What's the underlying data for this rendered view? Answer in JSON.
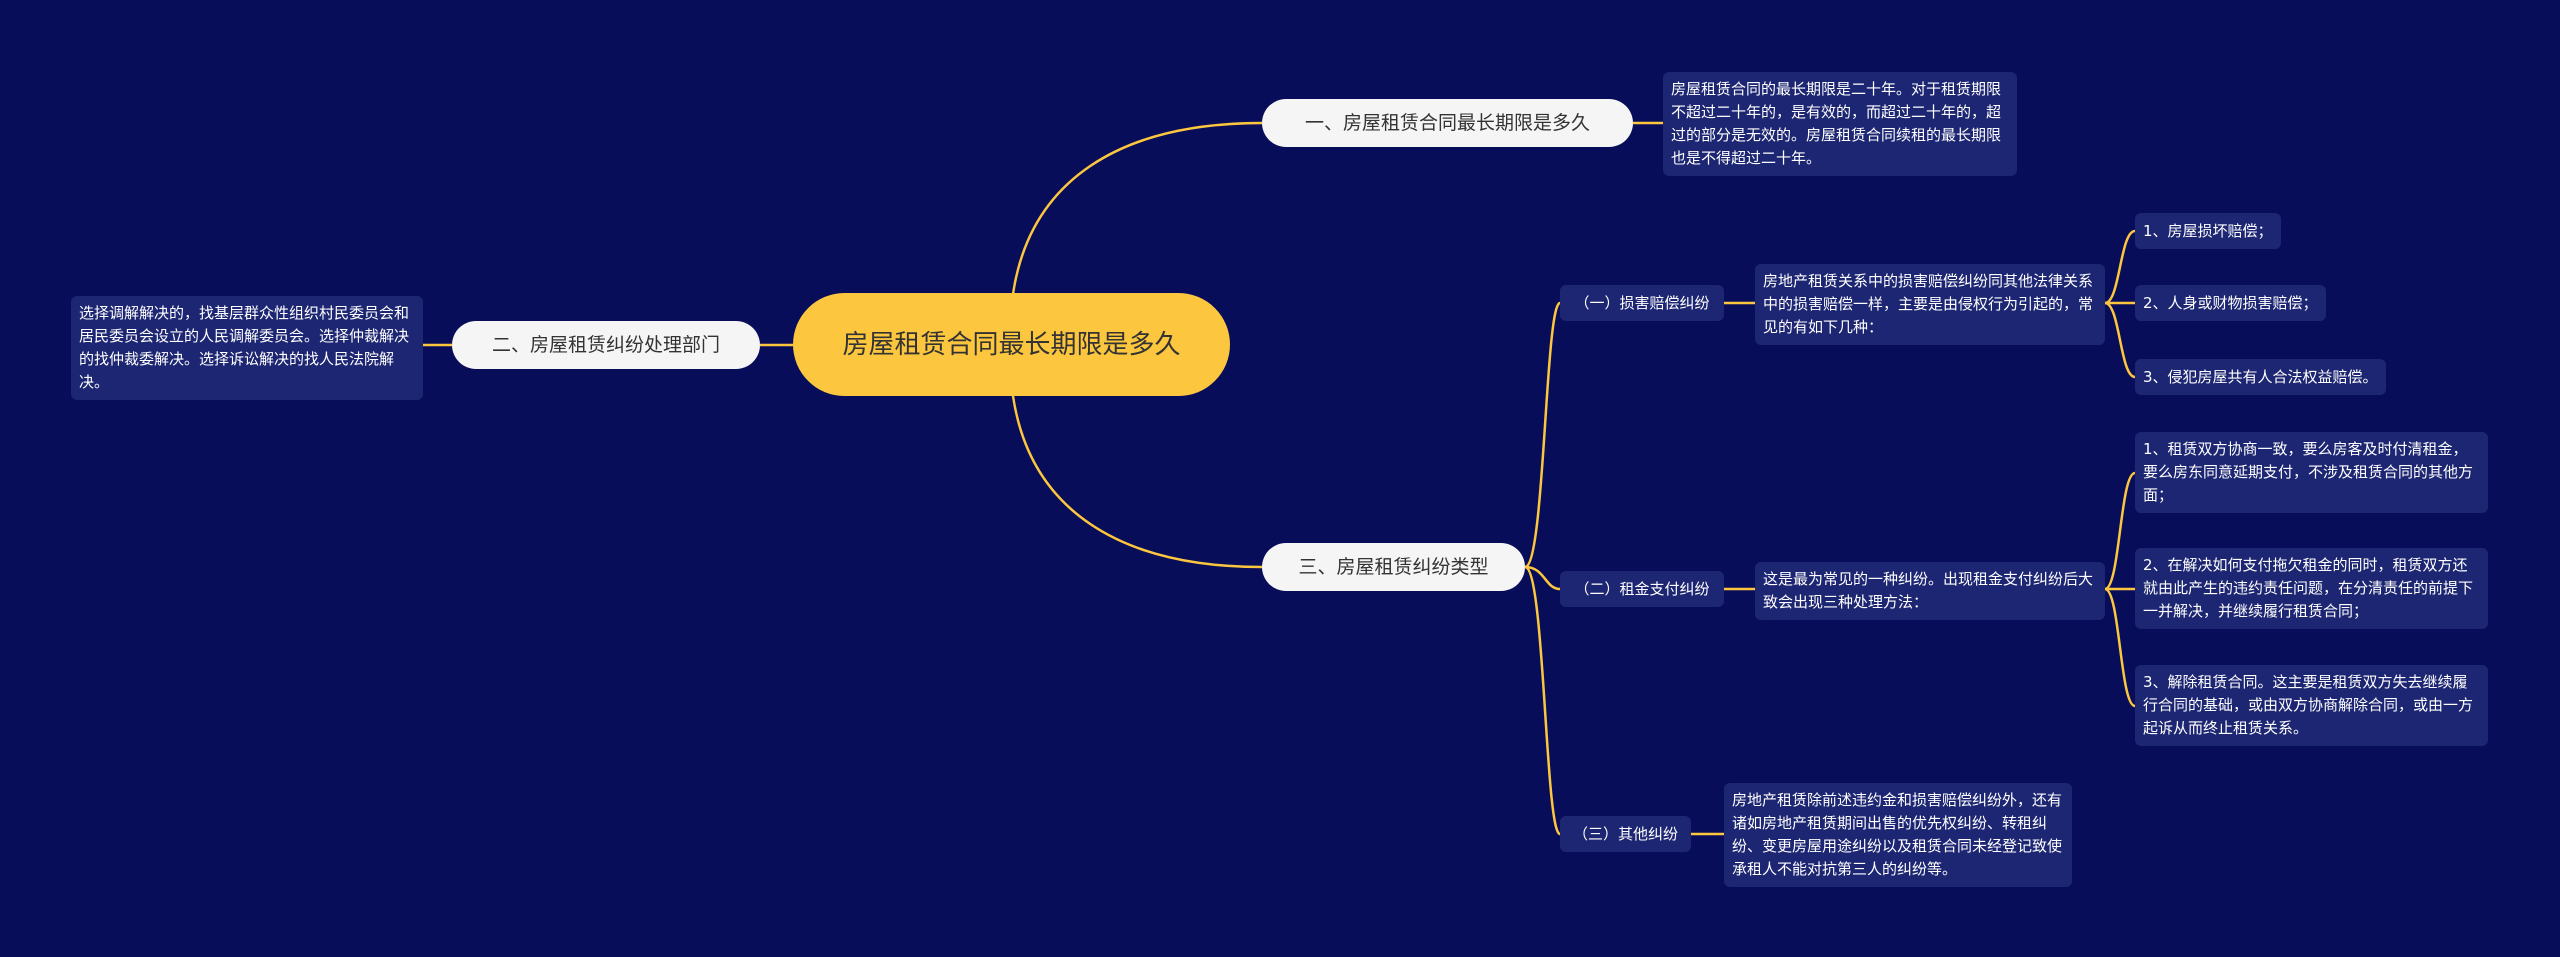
{
  "root": {
    "text": "房屋租赁合同最长期限是多久"
  },
  "branch1": {
    "label": "一、房屋租赁合同最长期限是多久",
    "text": "房屋租赁合同的最长期限是二十年。对于租赁期限不超过二十年的，是有效的，而超过二十年的，超过的部分是无效的。房屋租赁合同续租的最长期限也是不得超过二十年。"
  },
  "branch2": {
    "label": "二、房屋租赁纠纷处理部门",
    "text": "选择调解解决的，找基层群众性组织村民委员会和居民委员会设立的人民调解委员会。选择仲裁解决的找仲裁委解决。选择诉讼解决的找人民法院解决。"
  },
  "branch3": {
    "label": "三、房屋租赁纠纷类型",
    "sub1": {
      "label": "（一）损害赔偿纠纷",
      "text": "房地产租赁关系中的损害赔偿纠纷同其他法律关系中的损害赔偿一样，主要是由侵权行为引起的，常见的有如下几种：",
      "items": [
        "1、房屋损坏赔偿；",
        "2、人身或财物损害赔偿；",
        "3、侵犯房屋共有人合法权益赔偿。"
      ]
    },
    "sub2": {
      "label": "（二）租金支付纠纷",
      "text": "这是最为常见的一种纠纷。出现租金支付纠纷后大致会出现三种处理方法：",
      "items": [
        "1、租赁双方协商一致，要么房客及时付清租金，要么房东同意延期支付，不涉及租赁合同的其他方面；",
        "2、在解决如何支付拖欠租金的同时，租赁双方还就由此产生的违约责任问题，在分清责任的前提下一并解决，并继续履行租赁合同；",
        "3、解除租赁合同。这主要是租赁双方失去继续履行合同的基础，或由双方协商解除合同，或由一方起诉从而终止租赁关系。"
      ]
    },
    "sub3": {
      "label": "（三）其他纠纷",
      "text": "房地产租赁除前述违约金和损害赔偿纠纷外，还有诸如房地产租赁期间出售的优先权纠纷、转租纠纷、变更房屋用途纠纷以及租赁合同未经登记致使承租人不能对抗第三人的纠纷等。"
    }
  },
  "colors": {
    "background": "#080d5a",
    "root": "#fcc63e",
    "line": "#fcc63e",
    "main_node": "#f5f5f5",
    "sub_node": "#1d2672"
  }
}
